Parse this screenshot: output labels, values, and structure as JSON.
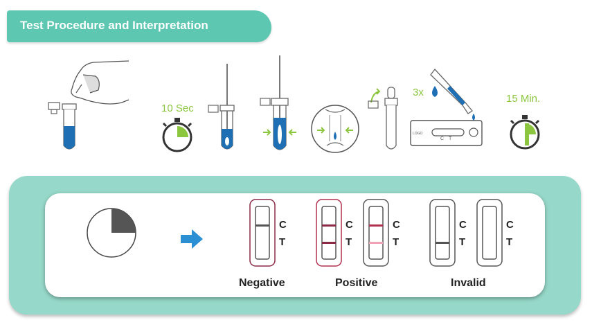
{
  "header": {
    "title": "Test Procedure and Interpretation"
  },
  "steps": {
    "timer_short_label": "10 Sec",
    "drops_label": "3x",
    "timer_long_label": "15 Min.",
    "cassette_c": "C",
    "cassette_t": "T"
  },
  "interpretation": {
    "marks": {
      "control": "C",
      "test": "T"
    },
    "results": {
      "negative": "Negative",
      "positive": "Positive",
      "invalid": "Invalid"
    }
  },
  "colors": {
    "accent": "#5ec7b1",
    "panel": "#96d8c9",
    "liquid": "#1f6fb5",
    "timer_fill": "#8cc63f",
    "arrow": "#2b8fd3",
    "positive_line": "#b0304f",
    "faint_line": "#f0a3b6"
  }
}
